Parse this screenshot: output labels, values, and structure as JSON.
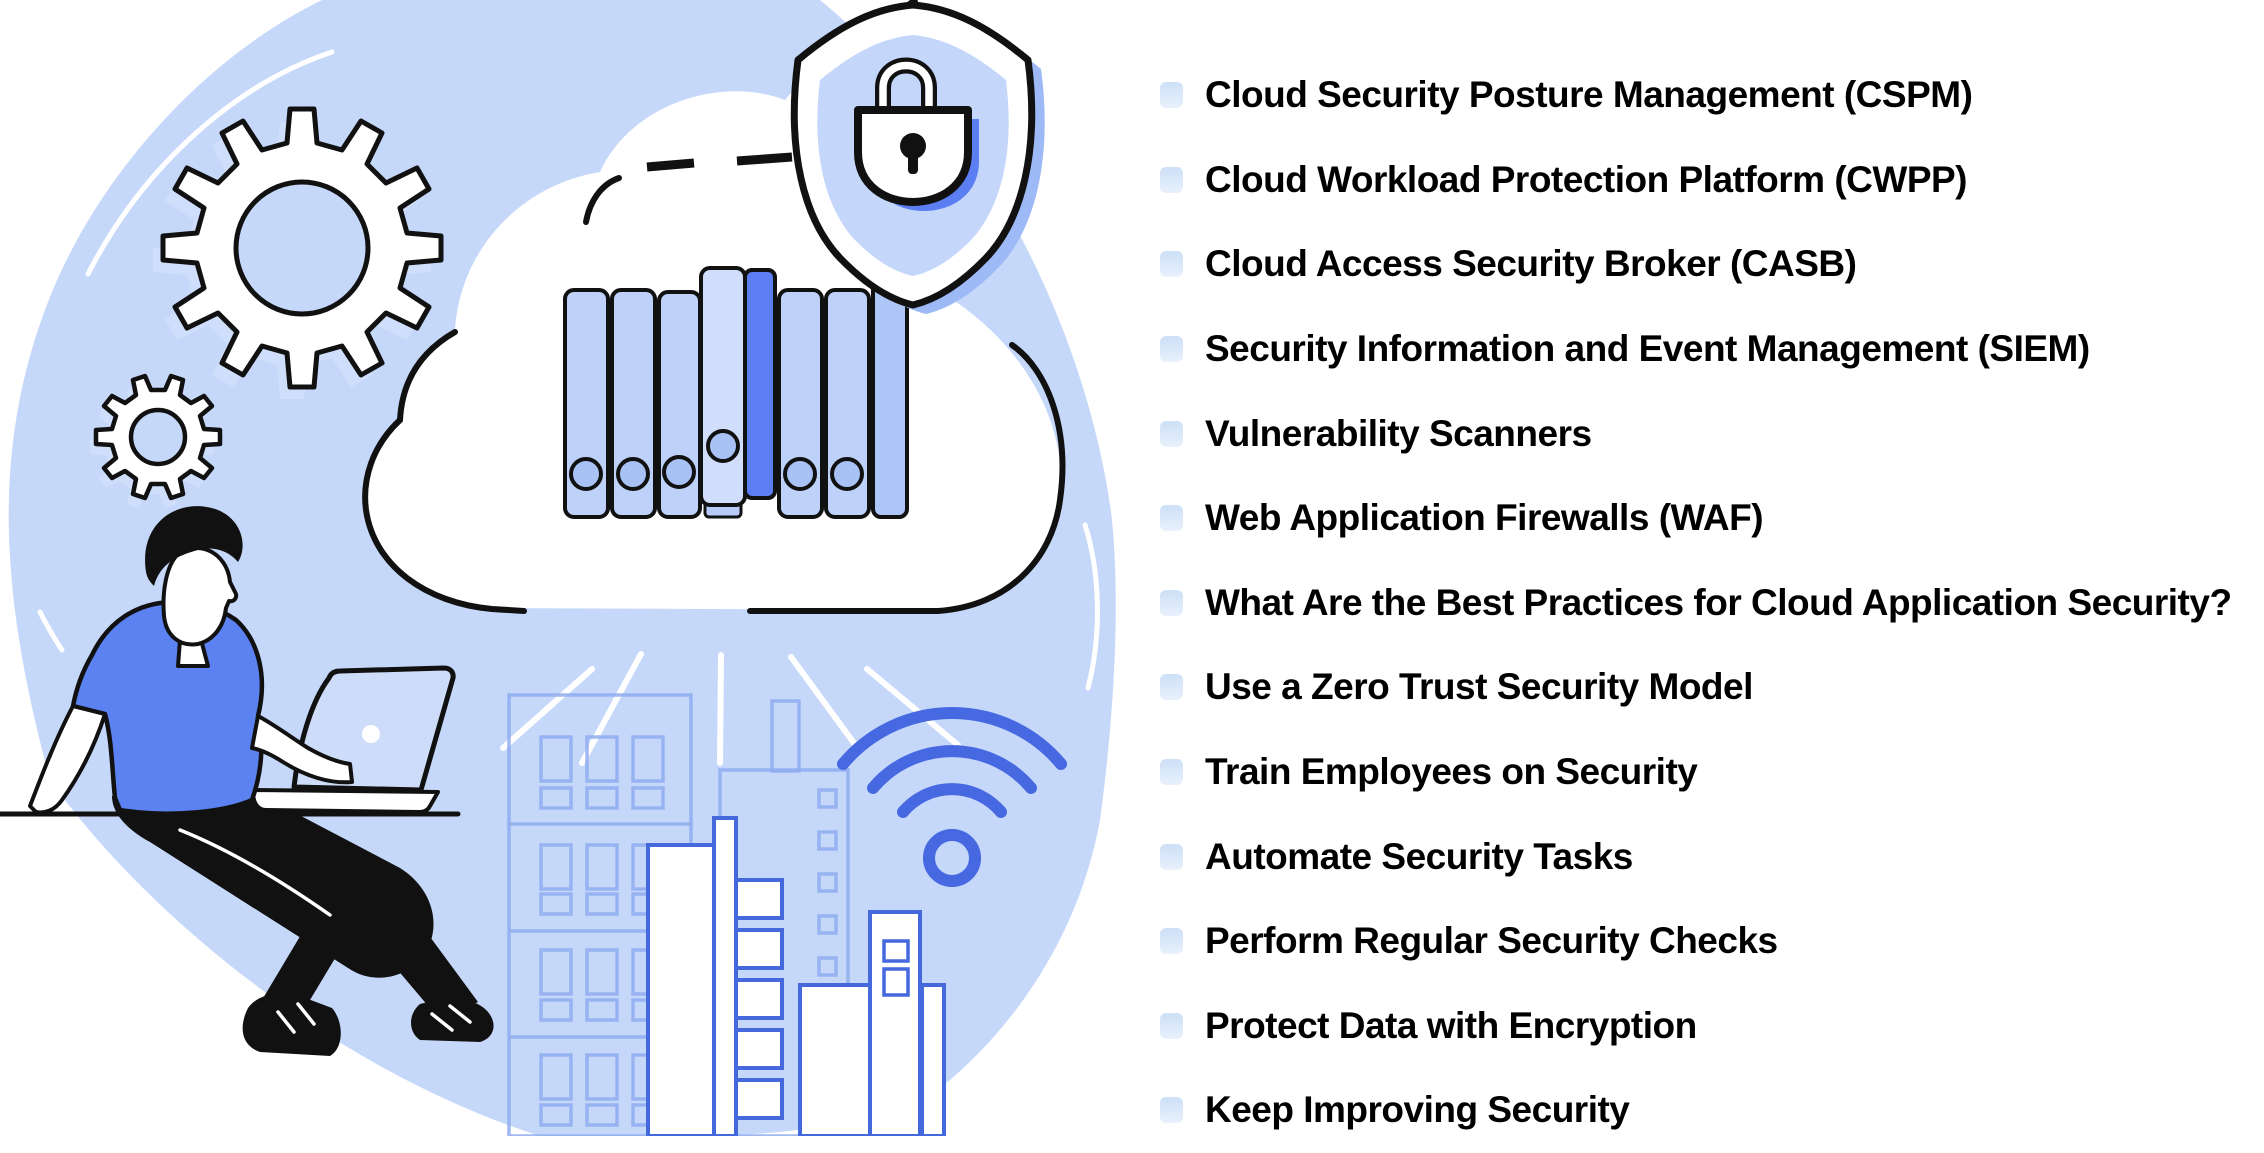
{
  "list": {
    "items": [
      {
        "text": "Cloud Security Posture Management (CSPM)"
      },
      {
        "text": "Cloud Workload Protection Platform (CWPP)"
      },
      {
        "text": "Cloud Access Security Broker (CASB)"
      },
      {
        "text": "Security Information and Event Management (SIEM)"
      },
      {
        "text": "Vulnerability Scanners"
      },
      {
        "text": "Web Application Firewalls (WAF)"
      },
      {
        "text": "What Are the Best Practices for Cloud Application Security?"
      },
      {
        "text": "Use a Zero Trust Security Model"
      },
      {
        "text": "Train Employees on Security"
      },
      {
        "text": "Automate Security Tasks"
      },
      {
        "text": "Perform Regular Security Checks"
      },
      {
        "text": "Protect Data with Encryption"
      },
      {
        "text": "Keep Improving Security"
      }
    ]
  },
  "colors": {
    "blob": "#c6d8fa",
    "shirt_blue": "#5b82f0",
    "binder_light": "#bed1f9",
    "binder_lighter": "#d0defb",
    "binder_mid": "#aec5f7",
    "binder_dark": "#5b7ef2",
    "binder_hole": "#a9c2f6",
    "shield_fill": "#c4d7fb",
    "shield_shadow": "#9db9f6",
    "gear_shadow": "#cfdffb",
    "outline": "#111111",
    "building_back_line": "#8fadee",
    "building_front_line": "#4668dd",
    "wifi_blue": "#4668e0",
    "laptop_screen": "#cddcf8",
    "pedestal": "#b6cbf8",
    "bullet": "#cfe1f7",
    "bullet_light": "#e9f1fc",
    "text": "#000000"
  }
}
